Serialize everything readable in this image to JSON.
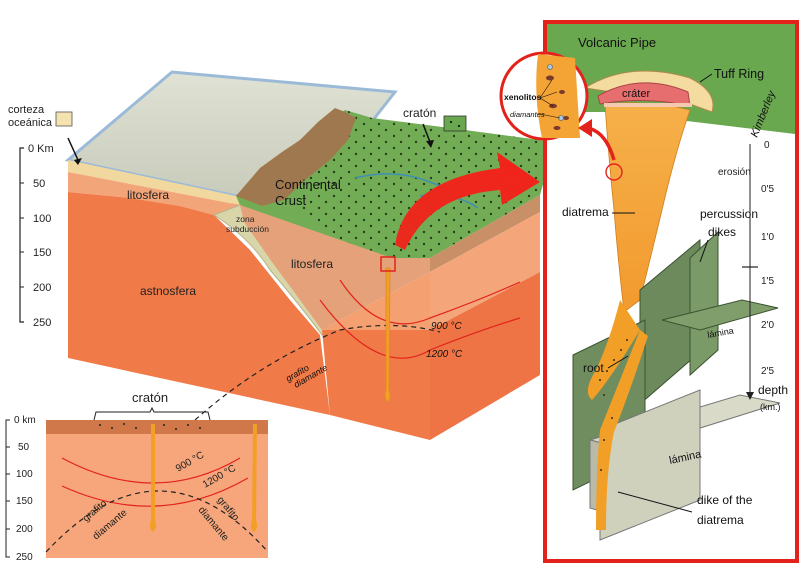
{
  "block": {
    "label_oceanic_crust": [
      "corteza",
      "oceánica"
    ],
    "label_craton": "cratón",
    "label_continental_crust": [
      "Continental",
      "Crust"
    ],
    "label_lithosphere_left": "litosfera",
    "label_lithosphere_right": "litosfera",
    "label_asthenosphere": "astnosfera",
    "label_subduction": [
      "zona",
      "subducción"
    ],
    "iso_900": "900 °C",
    "iso_1200": "1200 °C",
    "grafito": "grafito",
    "diamante": "diamante",
    "depth_unit": "0 Km",
    "depth_ticks": [
      "50",
      "100",
      "150",
      "200",
      "250"
    ]
  },
  "inset": {
    "craton": "cratón",
    "depth_ticks": [
      "0 km",
      "50",
      "100",
      "150",
      "200",
      "250"
    ],
    "iso_900": "900 °C",
    "iso_1200": "1200 °C",
    "grafito": "grafito",
    "diamante": "diamante"
  },
  "pipe": {
    "title": "Volcanic Pipe",
    "tuff_ring": "Tuff Ring",
    "crater": "cráter",
    "kimberley": "Kimberley",
    "erosion": "erosión",
    "depth_ticks": [
      "0",
      "0'5",
      "1'0",
      "1'5",
      "2'0",
      "2'5"
    ],
    "depth_label": "depth",
    "depth_unit": "(km.)",
    "diatreme": "diatrema",
    "percussion_dikes": [
      "percussion",
      "dikes"
    ],
    "lamina_top": "lámina",
    "lamina_bottom": "lámina",
    "root": "root",
    "dike": [
      "dike of the",
      "diatrema"
    ],
    "xenoliths": "xenolitos",
    "diamonds": "diamantes"
  },
  "colors": {
    "frame_red": "#e3231b",
    "crust_green": "#6aa84f",
    "asthenosphere": "#f07a48",
    "lithosphere": "#f4a070",
    "magma": "#f4a335",
    "ocean": "#cfe2f3"
  }
}
